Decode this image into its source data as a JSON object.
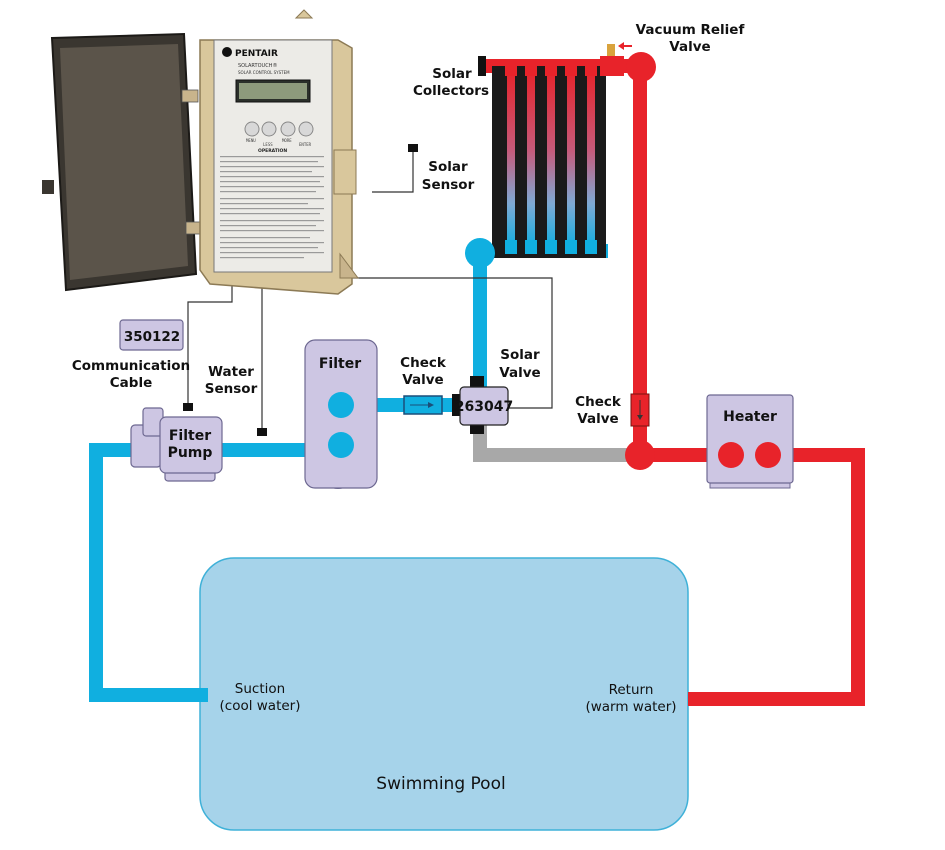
{
  "colors": {
    "cool_pipe": "#10afe0",
    "warm_pipe": "#e8232a",
    "gray_pipe": "#a8a8a8",
    "component_fill": "#cdc6e3",
    "component_stroke": "#6d6891",
    "pool_fill": "#a6d3ea",
    "pool_stroke": "#3fb1d8"
  },
  "labels": {
    "vacuum_relief_valve": [
      "Vacuum Relief",
      "Valve"
    ],
    "solar_collectors": [
      "Solar",
      "Collectors"
    ],
    "solar_sensor": [
      "Solar",
      "Sensor"
    ],
    "part_350122": "350122",
    "communication_cable": [
      "Communication",
      "Cable"
    ],
    "water_sensor": [
      "Water",
      "Sensor"
    ],
    "filter": "Filter",
    "check_valve_left": [
      "Check",
      "Valve"
    ],
    "solar_valve": [
      "Solar",
      "Valve"
    ],
    "part_263047": "263047",
    "check_valve_right": [
      "Check",
      "Valve"
    ],
    "heater": "Heater",
    "filter_pump": [
      "Filter",
      "Pump"
    ],
    "suction": [
      "Suction",
      "(cool water)"
    ],
    "return": [
      "Return",
      "(warm water)"
    ],
    "swimming_pool": "Swimming Pool"
  },
  "controller": {
    "brand": "PENTAIR",
    "model": "SOLARTOUCH®",
    "subtitle": "SOLAR CONTROL SYSTEM",
    "buttons": [
      "MENU",
      "LESS",
      "MORE",
      "ENTER"
    ],
    "operation_heading": "OPERATION"
  }
}
